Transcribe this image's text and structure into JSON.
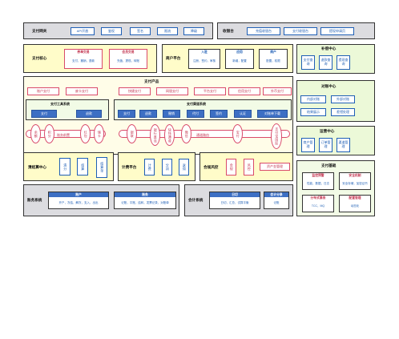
{
  "payment_gateway": {
    "title": "支付网关",
    "items": [
      "API开放",
      "鉴权",
      "签名",
      "限流",
      "降级"
    ]
  },
  "clearing": {
    "title": "收银台",
    "items": [
      "充值收银台",
      "支付收银台",
      "提现申请页"
    ]
  },
  "pay_core": {
    "title": "支付核心",
    "boxes": [
      {
        "head": "券单交易",
        "body": "支付，撤销，退款"
      },
      {
        "head": "会员交易",
        "body": "充值，提现，转账"
      }
    ]
  },
  "merchant_platform": {
    "title": "商户平台",
    "boxes": [
      {
        "head": "入驻",
        "body": "注册，签约，审核"
      },
      {
        "head": "应用",
        "body": "新增，配置"
      },
      {
        "head": "商户",
        "body": "配置，权限"
      }
    ]
  },
  "query_center": {
    "title": "补偿中心",
    "items": [
      "支付查询",
      "退款查询",
      "提现查询"
    ]
  },
  "pay_product": {
    "title": "支付产品",
    "items": [
      "账户支付",
      "废卡支付",
      "快捷支付",
      "网银支付",
      "平台支付",
      "信用支付",
      "外币支付"
    ]
  },
  "pay_tools": {
    "title": "支付工具系统",
    "items": [
      "支付",
      "退款"
    ]
  },
  "pay_channel": {
    "title": "支付渠道系统",
    "items": [
      "支付",
      "退款",
      "撤销",
      "代付",
      "签约",
      "认证",
      "对账单下载"
    ]
  },
  "account_routing": {
    "label": "账务前置",
    "items": [
      "余额",
      "积分",
      "红包",
      "储卡"
    ]
  },
  "channel_routing": {
    "label": "通道路由",
    "items": [
      "银联",
      "银行直连",
      "快钱通道",
      "微信",
      "宝付",
      "支付宝国际"
    ]
  },
  "recon_center": {
    "title": "对账中心",
    "items": [
      "内部对账",
      "外部对账",
      "结果展示",
      "差错处理"
    ]
  },
  "ops_center": {
    "title": "运营中心",
    "items": [
      "商户管理",
      "订单管理",
      "渠道管理"
    ]
  },
  "settle_center": {
    "title": "清结算中心",
    "items": [
      "清分",
      "结算",
      "结算单"
    ]
  },
  "billing": {
    "title": "计费平台",
    "items": [
      "计费",
      "分润",
      "返佣"
    ]
  },
  "risk": {
    "title": "合规风控",
    "items": [
      "合规",
      "风控",
      "资产金管理"
    ]
  },
  "pay_basics": {
    "title": "支付基础",
    "boxes": [
      {
        "head": "监控预警",
        "body": "性能，数据，日志"
      },
      {
        "head": "安全机制",
        "body": "安全存储，加密证书"
      },
      {
        "head": "分布式事务",
        "body": "TCC，MQ"
      },
      {
        "head": "配置管理",
        "body": "动态化"
      }
    ]
  },
  "account_system": {
    "title": "账务系统",
    "boxes": [
      {
        "head": "账户",
        "body": "开户，冻结，解冻，支入，出出"
      },
      {
        "head": "账务",
        "body": "记账，平账，结转，发票记录，对账单"
      }
    ]
  },
  "accounting": {
    "title": "会计系统",
    "boxes": [
      {
        "head": "日切",
        "body": "日切，汇总，试算平衡"
      },
      {
        "head": "会计分录",
        "body": "记账"
      }
    ]
  }
}
